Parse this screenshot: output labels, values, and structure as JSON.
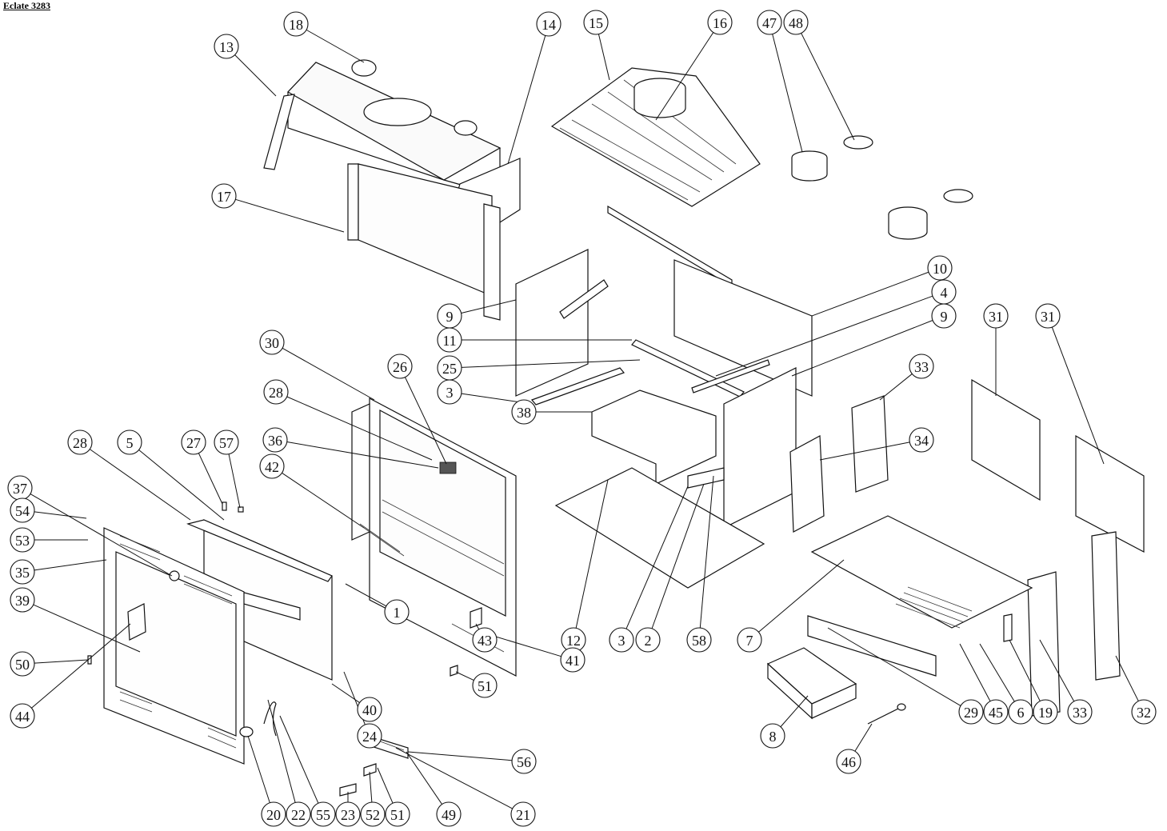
{
  "title": "Eclate 3283",
  "callouts": [
    {
      "id": "13",
      "label": "13"
    },
    {
      "id": "18",
      "label": "18"
    },
    {
      "id": "14",
      "label": "14"
    },
    {
      "id": "15",
      "label": "15"
    },
    {
      "id": "16",
      "label": "16"
    },
    {
      "id": "47",
      "label": "47"
    },
    {
      "id": "48",
      "label": "48"
    },
    {
      "id": "17",
      "label": "17"
    },
    {
      "id": "10",
      "label": "10"
    },
    {
      "id": "4",
      "label": "4"
    },
    {
      "id": "9a",
      "label": "9"
    },
    {
      "id": "9b",
      "label": "9"
    },
    {
      "id": "11",
      "label": "11"
    },
    {
      "id": "25",
      "label": "25"
    },
    {
      "id": "3a",
      "label": "3"
    },
    {
      "id": "30",
      "label": "30"
    },
    {
      "id": "26",
      "label": "26"
    },
    {
      "id": "28a",
      "label": "28"
    },
    {
      "id": "38",
      "label": "38"
    },
    {
      "id": "36",
      "label": "36"
    },
    {
      "id": "42",
      "label": "42"
    },
    {
      "id": "33a",
      "label": "33"
    },
    {
      "id": "34",
      "label": "34"
    },
    {
      "id": "31a",
      "label": "31"
    },
    {
      "id": "31b",
      "label": "31"
    },
    {
      "id": "28b",
      "label": "28"
    },
    {
      "id": "5",
      "label": "5"
    },
    {
      "id": "27",
      "label": "27"
    },
    {
      "id": "57",
      "label": "57"
    },
    {
      "id": "37",
      "label": "37"
    },
    {
      "id": "54",
      "label": "54"
    },
    {
      "id": "53",
      "label": "53"
    },
    {
      "id": "35",
      "label": "35"
    },
    {
      "id": "1",
      "label": "1"
    },
    {
      "id": "39",
      "label": "39"
    },
    {
      "id": "12",
      "label": "12"
    },
    {
      "id": "3b",
      "label": "3"
    },
    {
      "id": "2",
      "label": "2"
    },
    {
      "id": "58",
      "label": "58"
    },
    {
      "id": "7",
      "label": "7"
    },
    {
      "id": "43",
      "label": "43"
    },
    {
      "id": "41",
      "label": "41"
    },
    {
      "id": "50",
      "label": "50"
    },
    {
      "id": "51a",
      "label": "51"
    },
    {
      "id": "44",
      "label": "44"
    },
    {
      "id": "40",
      "label": "40"
    },
    {
      "id": "24",
      "label": "24"
    },
    {
      "id": "29",
      "label": "29"
    },
    {
      "id": "45",
      "label": "45"
    },
    {
      "id": "6",
      "label": "6"
    },
    {
      "id": "19",
      "label": "19"
    },
    {
      "id": "33b",
      "label": "33"
    },
    {
      "id": "32",
      "label": "32"
    },
    {
      "id": "8",
      "label": "8"
    },
    {
      "id": "56",
      "label": "56"
    },
    {
      "id": "46",
      "label": "46"
    },
    {
      "id": "20",
      "label": "20"
    },
    {
      "id": "22",
      "label": "22"
    },
    {
      "id": "55",
      "label": "55"
    },
    {
      "id": "23",
      "label": "23"
    },
    {
      "id": "52",
      "label": "52"
    },
    {
      "id": "51b",
      "label": "51"
    },
    {
      "id": "49",
      "label": "49"
    },
    {
      "id": "21",
      "label": "21"
    }
  ]
}
